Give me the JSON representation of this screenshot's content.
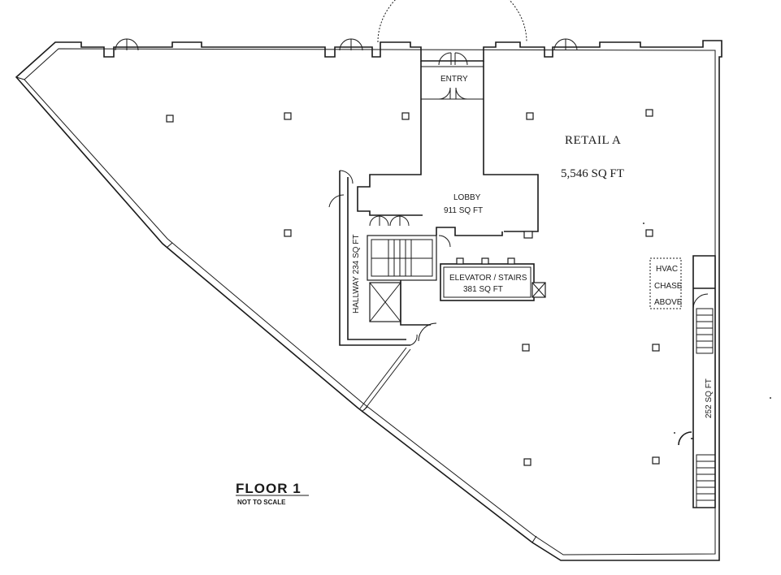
{
  "labels": {
    "retail_name": "RETAIL A",
    "retail_area": "5,546 SQ FT",
    "entry": "ENTRY",
    "lobby_name": "LOBBY",
    "lobby_area": "911 SQ FT",
    "elevator_name": "ELEVATOR / STAIRS",
    "elevator_area": "381 SQ FT",
    "hallway": "HALLWAY 234 SQ FT",
    "hvac_line1": "HVAC",
    "hvac_line2": "CHASE",
    "hvac_line3": "ABOVE",
    "side_area": "252 SQ FT",
    "floor_title": "FLOOR 1",
    "floor_note": "NOT TO SCALE"
  }
}
